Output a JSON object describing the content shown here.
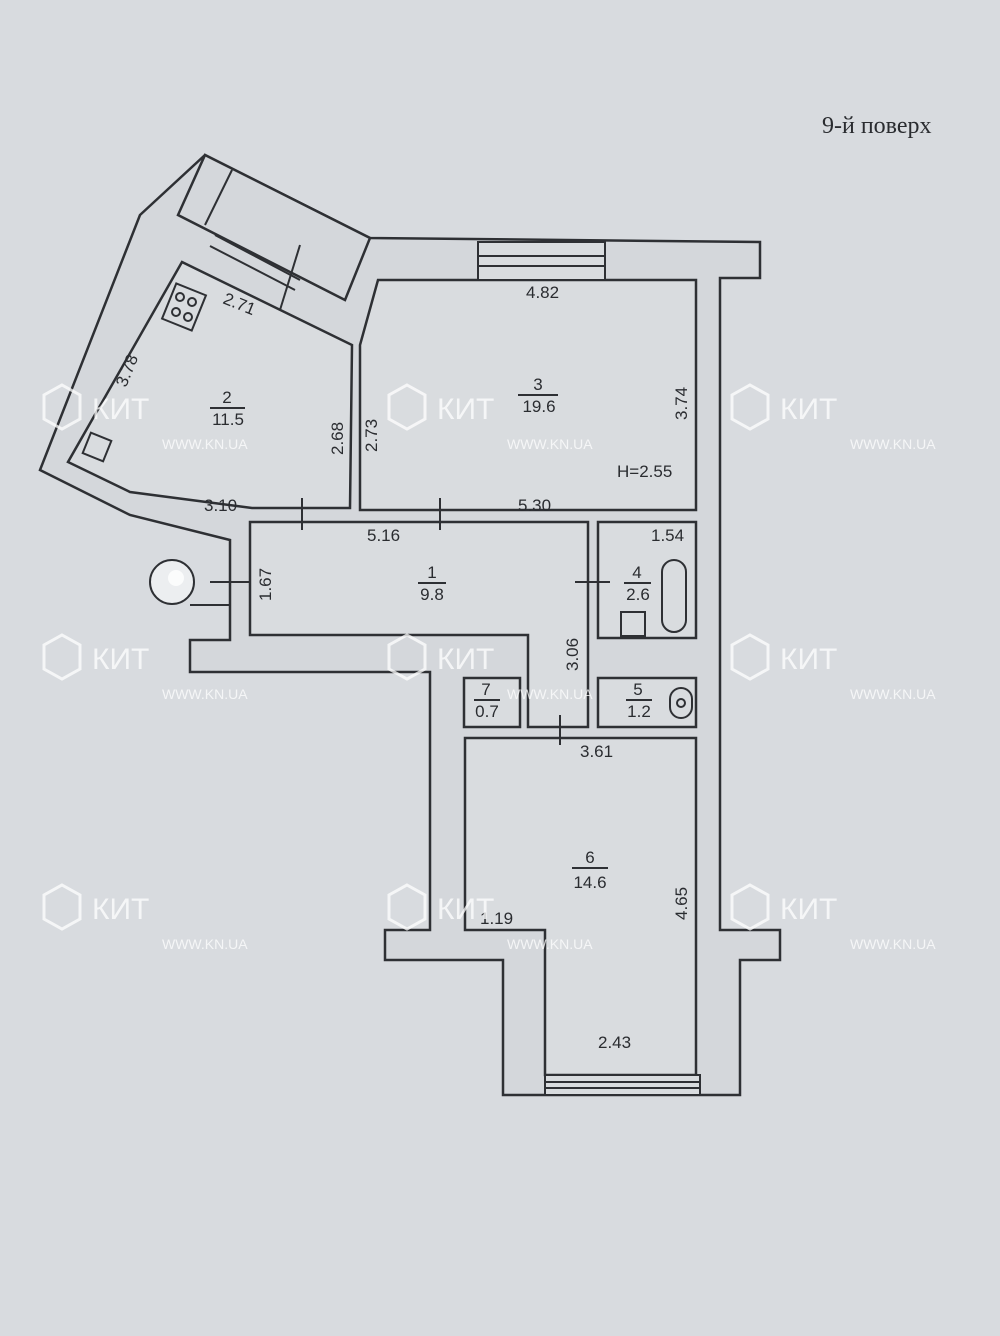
{
  "title": "9-й поверх",
  "ceiling_height": "H=2.55",
  "rooms": [
    {
      "number": "1",
      "area": "9.8"
    },
    {
      "number": "2",
      "area": "11.5"
    },
    {
      "number": "3",
      "area": "19.6"
    },
    {
      "number": "4",
      "area": "2.6"
    },
    {
      "number": "5",
      "area": "1.2"
    },
    {
      "number": "6",
      "area": "14.6"
    },
    {
      "number": "7",
      "area": "0.7"
    }
  ],
  "dimensions": {
    "d_271": "2.71",
    "d_378": "3.78",
    "d_268": "2.68",
    "d_273": "2.73",
    "d_482": "4.82",
    "d_374": "3.74",
    "d_310": "3.10",
    "d_530": "5.30",
    "d_516": "5.16",
    "d_154": "1.54",
    "d_167": "1.67",
    "d_306": "3.06",
    "d_361": "3.61",
    "d_465": "4.65",
    "d_119": "1.19",
    "d_243": "2.43"
  },
  "watermark": {
    "logo": "КИТ",
    "url": "WWW.KN.UA"
  },
  "colors": {
    "background": "#d8dbdf",
    "lines": "#2e3034"
  }
}
